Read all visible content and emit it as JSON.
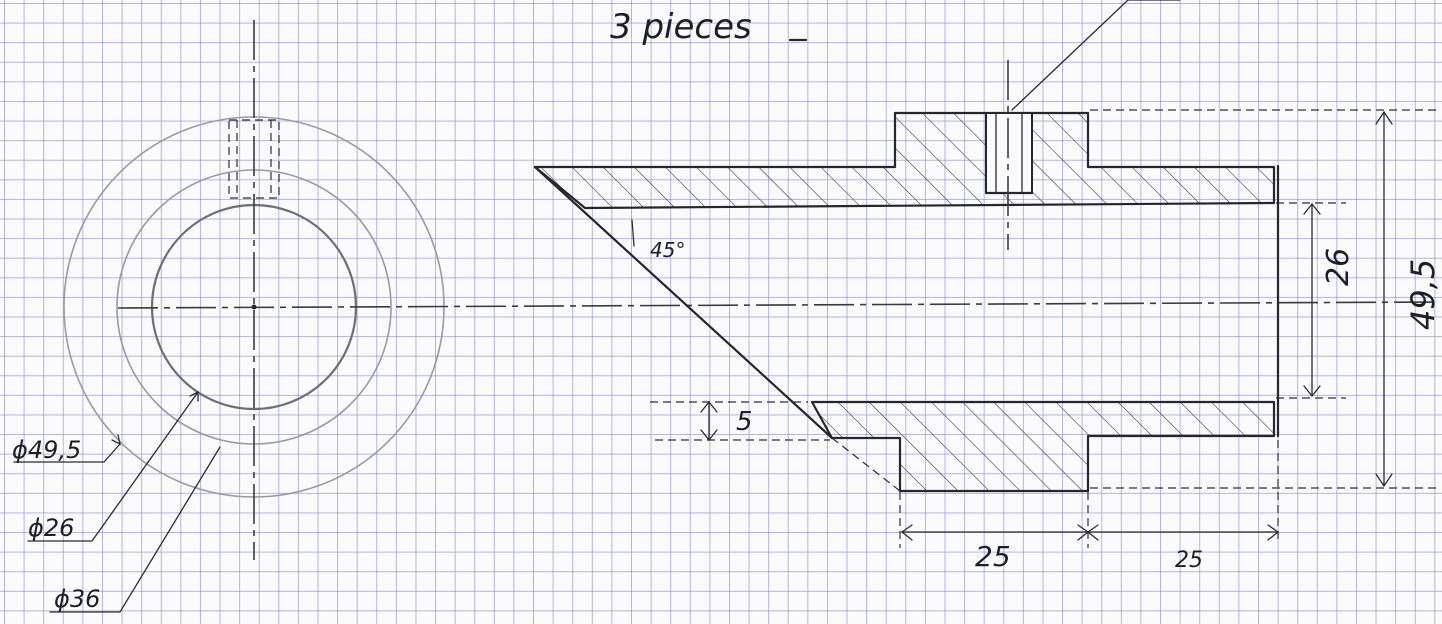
{
  "title": "3 pieces",
  "angle_label": "45°",
  "dimensions": {
    "thickness": "5",
    "bore": "26",
    "outer": "49,5",
    "length_a": "25",
    "length_b": "25"
  },
  "callouts": {
    "d_outer": "ϕ49,5",
    "d_bore": "ϕ26",
    "d_mid": "ϕ36"
  },
  "colors": {
    "ink": "#26262e",
    "grid": "#7878d2",
    "paper": "#fbfbfe"
  }
}
